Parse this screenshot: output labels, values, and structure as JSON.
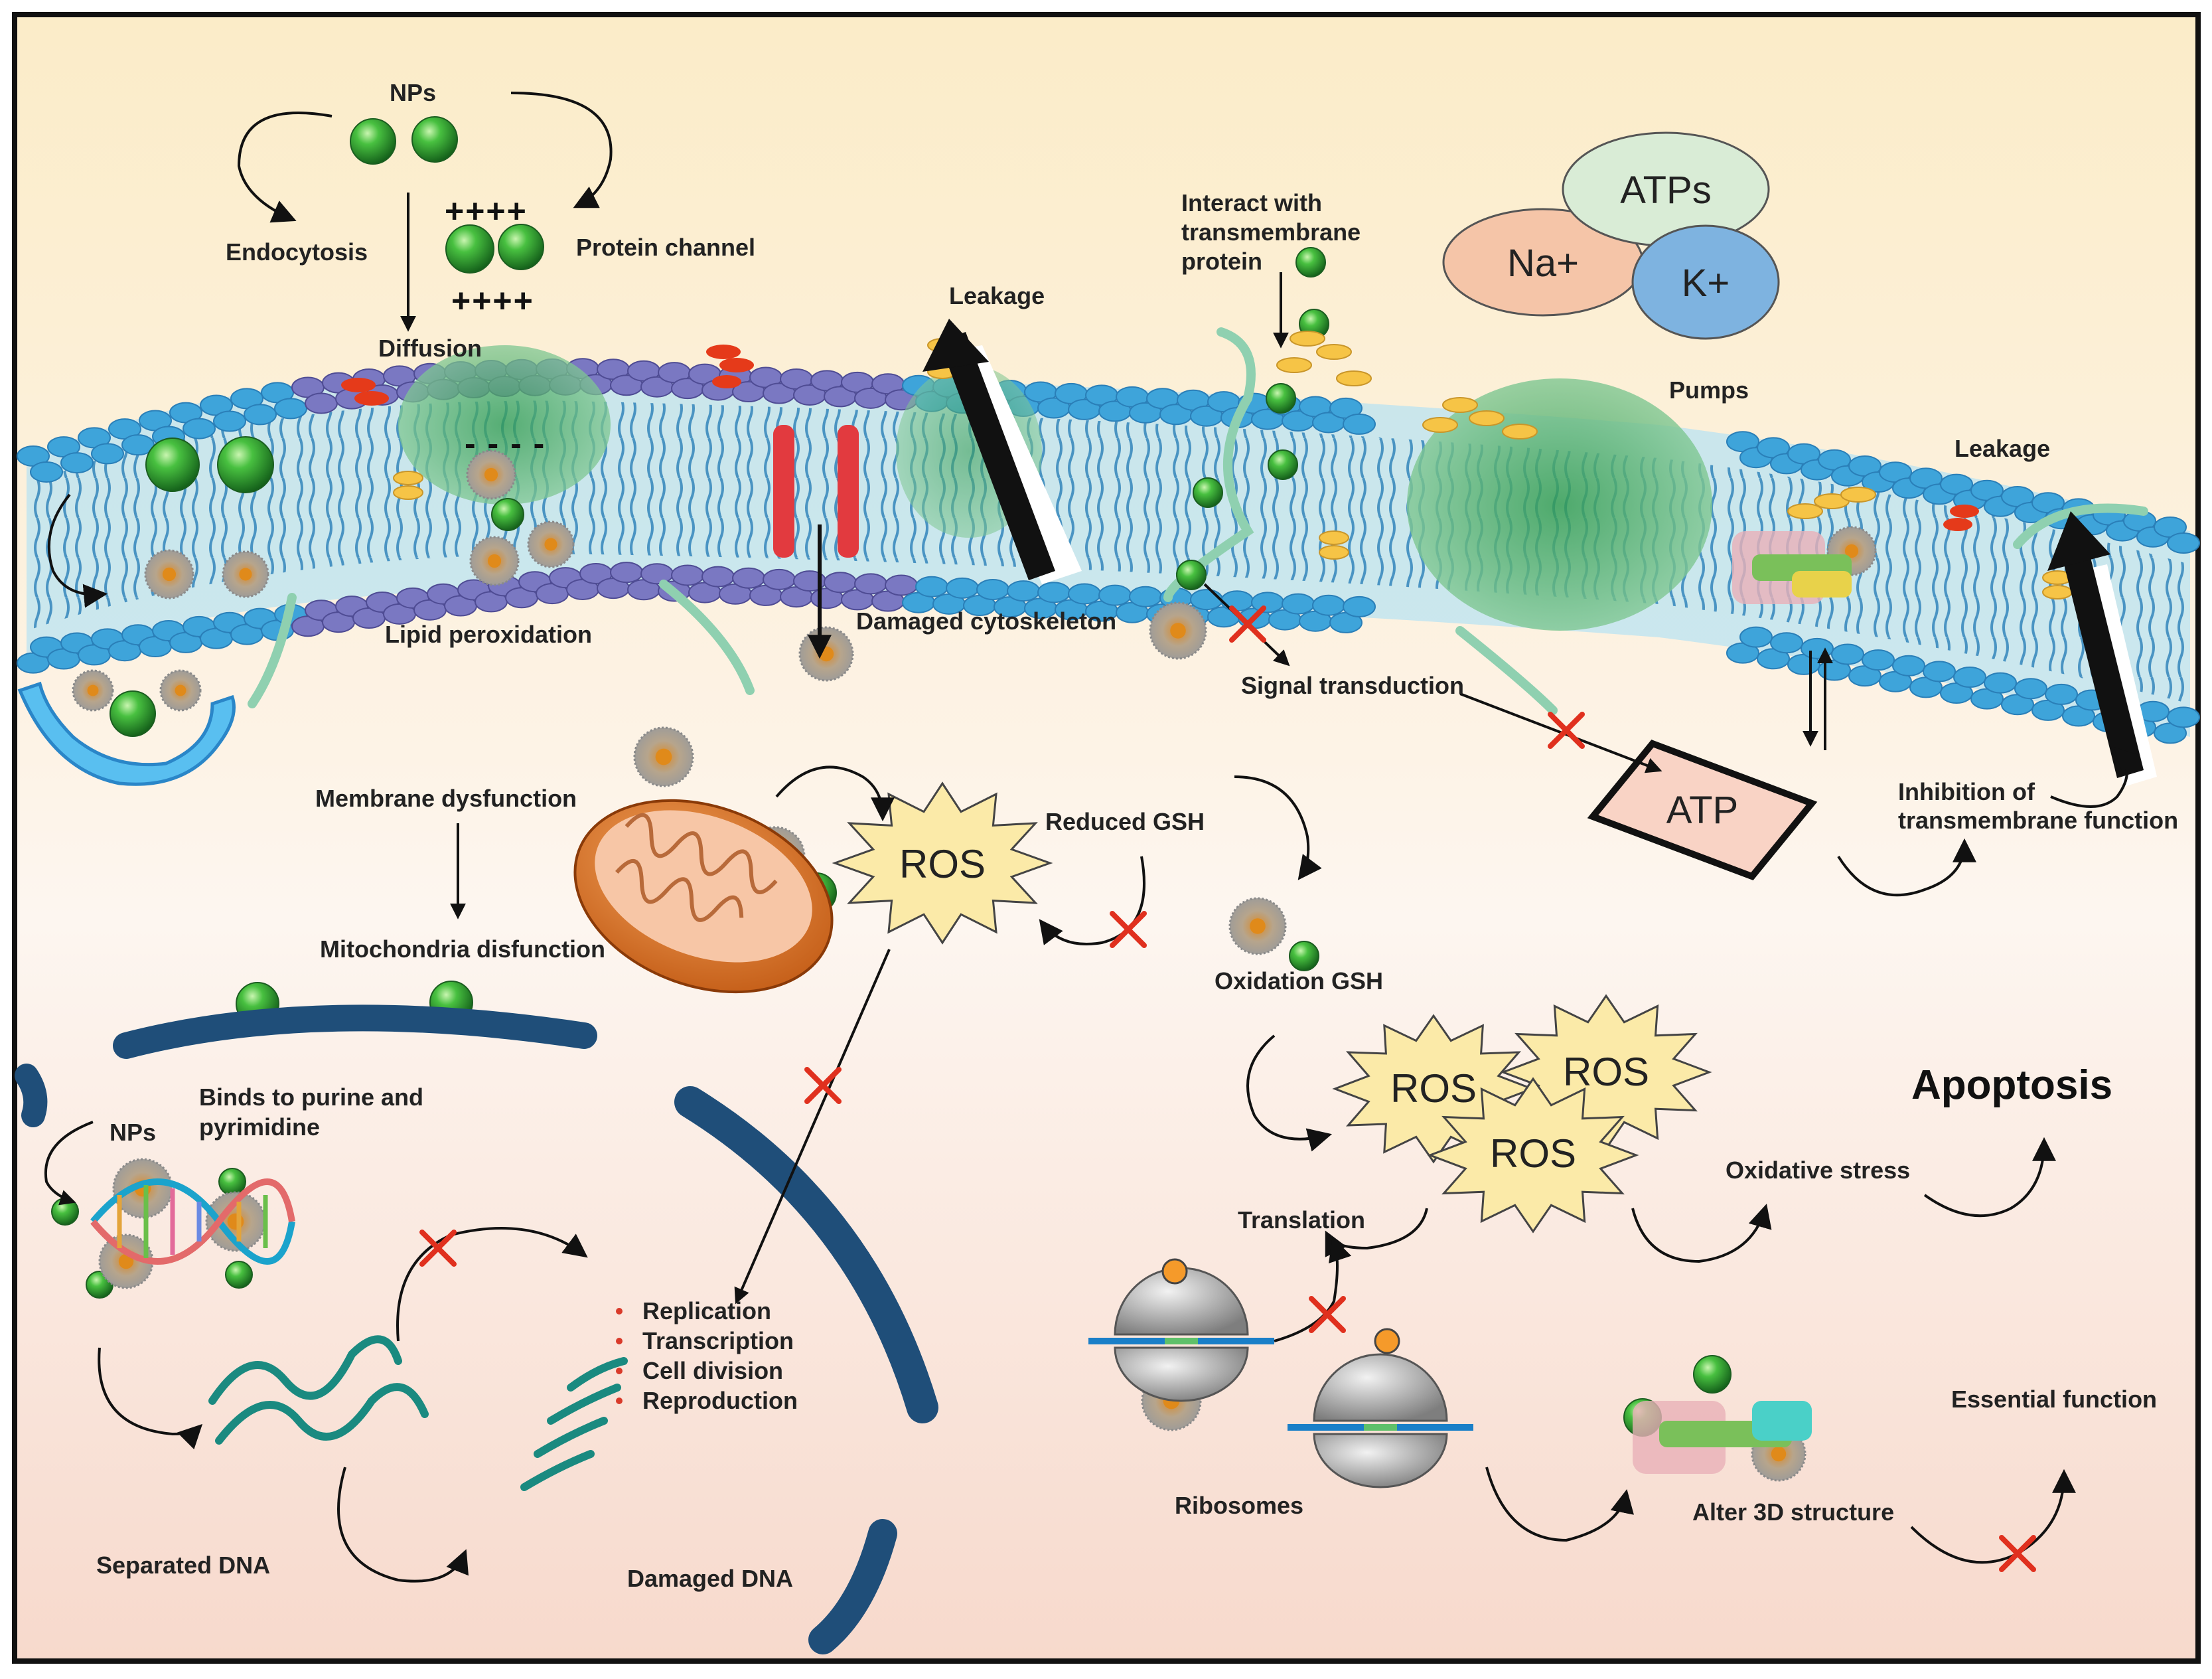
{
  "colors": {
    "background_top": "#fbecc8",
    "background_bottom": "#f7d9cc",
    "membrane_head": "#3ea4da",
    "membrane_head_dark": "#2a7fb8",
    "raft_head": "#7a78c2",
    "protein_green": "#5fb57a",
    "nanoparticle_green": "#2e9a2e",
    "nucleus_envelope": "#1f4e79",
    "ros_fill": "#fbeaa8",
    "atp_fill": "#f9d3c5",
    "na_fill": "#f5c5a8",
    "atps_fill": "#d9ecd6",
    "k_fill": "#7eb3e0",
    "inhibit_mark": "#e0301e"
  },
  "labels": {
    "nps_top": "NPs",
    "endocytosis": "Endocytosis",
    "protein_channel": "Protein channel",
    "diffusion": "Diffusion",
    "charge_plus_top": "++++",
    "charge_plus_bottom": "++++",
    "charge_minus": "- - - -",
    "leakage_left": "Leakage",
    "interact_line1": "Interact with",
    "interact_line2": "transmembrane",
    "interact_line3": "protein",
    "atps": "ATPs",
    "na": "Na+",
    "k": "K+",
    "pumps": "Pumps",
    "leakage_right": "Leakage",
    "lipid_peroxidation": "Lipid peroxidation",
    "damaged_cytoskeleton": "Damaged cytoskeleton",
    "signal_transduction": "Signal transduction",
    "atp": "ATP",
    "inhibition_line1": "Inhibition of",
    "inhibition_line2": "transmembrane function",
    "membrane_dysfunction": "Membrane dysfunction",
    "mitochondria_disfunction": "Mitochondria disfunction",
    "ros_main": "ROS",
    "reduced_gsh": "Reduced GSH",
    "oxidation_gsh": "Oxidation GSH",
    "binds_line1": "Binds to purine and",
    "binds_line2": "pyrimidine",
    "nps_dna": "NPs",
    "replication": "Replication",
    "transcription": "Transcription",
    "cell_division": "Cell division",
    "reproduction": "Reproduction",
    "ros_a": "ROS",
    "ros_b": "ROS",
    "ros_c": "ROS",
    "apoptosis": "Apoptosis",
    "oxidative_stress": "Oxidative stress",
    "translation": "Translation",
    "separated_dna": "Separated DNA",
    "damaged_dna": "Damaged DNA",
    "ribosomes": "Ribosomes",
    "alter_3d": "Alter 3D structure",
    "essential_function": "Essential function"
  }
}
